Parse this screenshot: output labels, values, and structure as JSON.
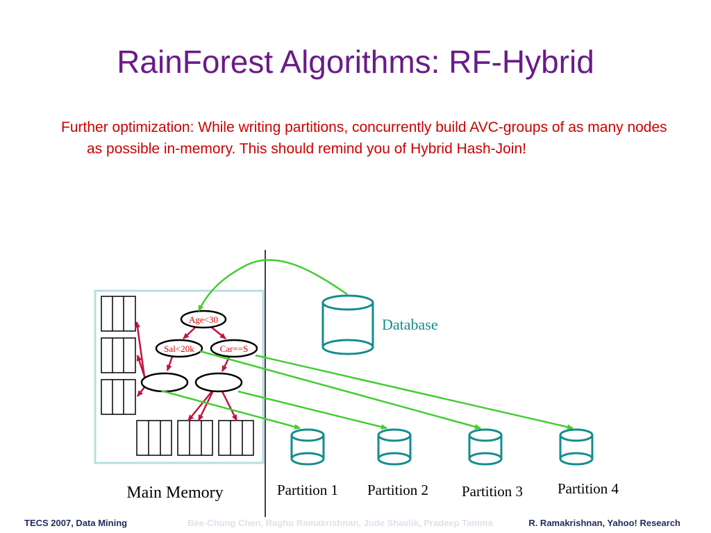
{
  "title": "RainForest Algorithms: RF-Hybrid",
  "bullet": "Further optimization: While writing partitions, concurrently build AVC-groups of as many nodes as possible in-memory. This should remind you of Hybrid Hash-Join!",
  "diagram": {
    "nodes": {
      "root": "Age<30",
      "left": "Sal<20k",
      "right": "Car==S"
    },
    "database_label": "Database",
    "main_memory_label": "Main Memory",
    "partitions": [
      "Partition 1",
      "Partition 2",
      "Partition 3",
      "Partition 4"
    ],
    "colors": {
      "memory_box": "#b8dde0",
      "cylinder": "#168c8c",
      "green_arrow": "#44cc33",
      "red_arrow": "#c0143c",
      "node_text": "#cc0000"
    }
  },
  "footer": {
    "left": "TECS 2007, Data Mining",
    "center": "Bee-Chung Chen, Raghu Ramakrishnan, Jude Shavlik, Pradeep Tamma",
    "right": "R. Ramakrishnan, Yahoo! Research"
  }
}
